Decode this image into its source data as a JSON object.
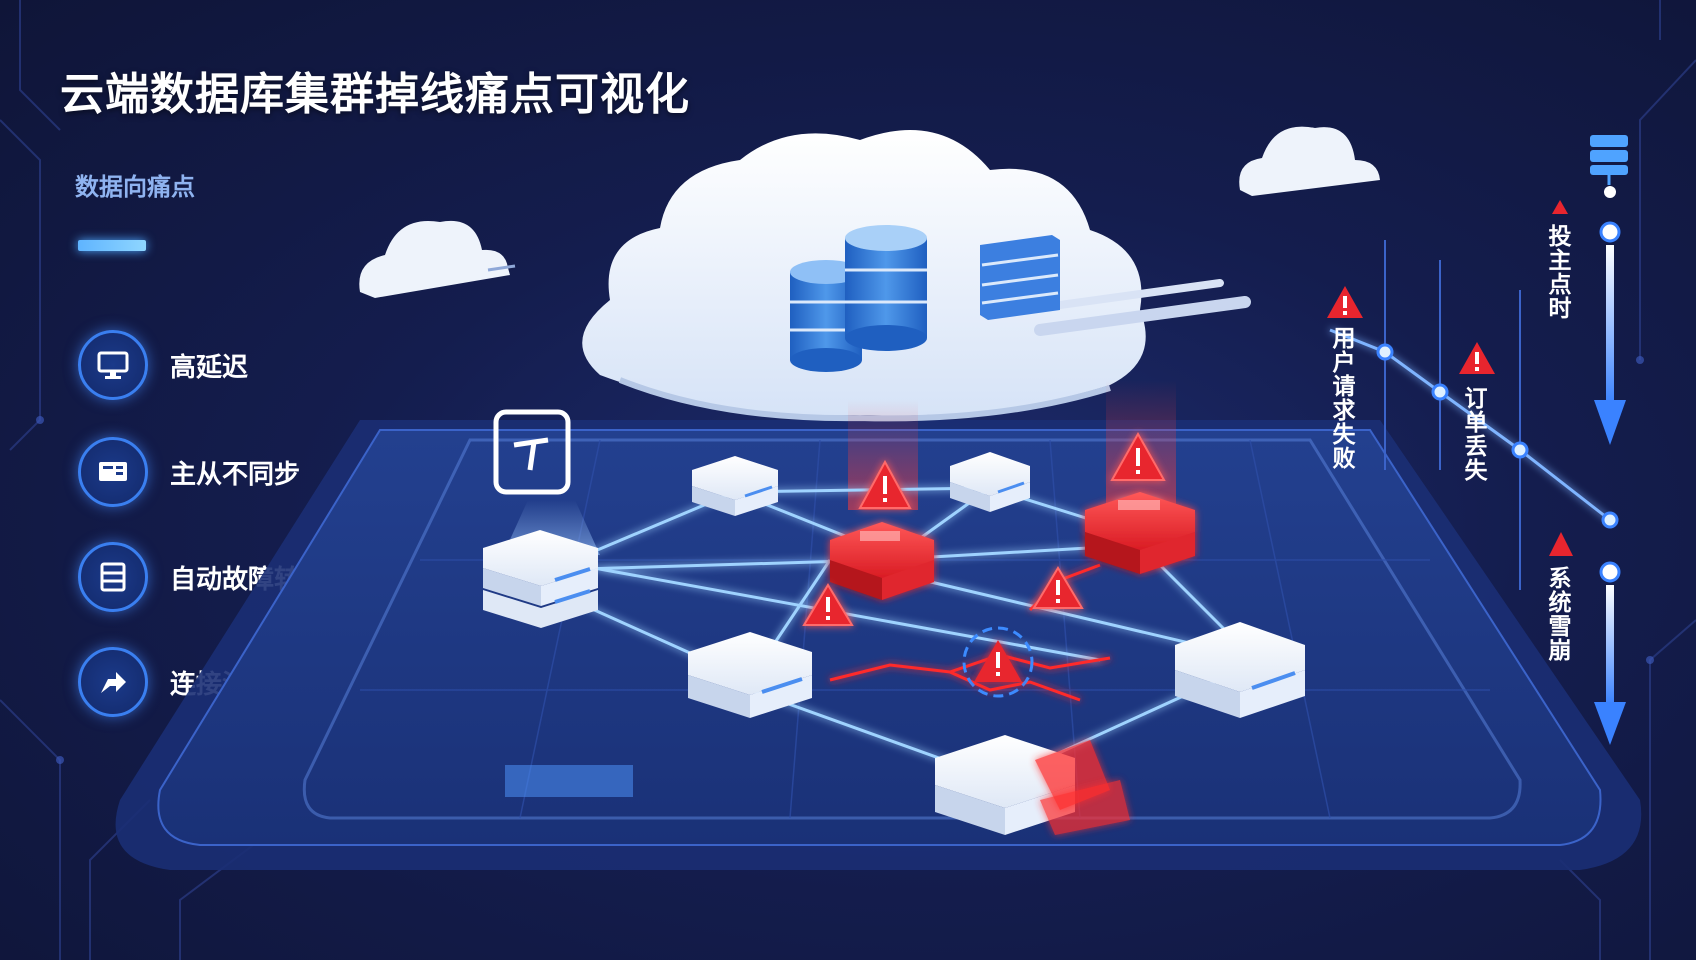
{
  "title": "云端数据库集群掉线痛点可视化",
  "subtitle": "数据向痛点",
  "pain_points": [
    {
      "label": "高延迟",
      "icon": "monitor-icon"
    },
    {
      "label": "主从不同步",
      "icon": "display-sync-icon"
    },
    {
      "label": "自动故障转移失败",
      "icon": "server-list-icon"
    },
    {
      "label": "连接池耗尽",
      "icon": "arrow-exhaust-icon"
    }
  ],
  "timeline_labels": {
    "user_request_failed": "用户请求失败",
    "order_lost": "订单丢失",
    "investment_delay": "投主点时",
    "system_avalanche": "系统雪崩"
  },
  "colors": {
    "accent_blue": "#3a7ff0",
    "alert_red": "#e8252e",
    "background": "#141d4e"
  }
}
